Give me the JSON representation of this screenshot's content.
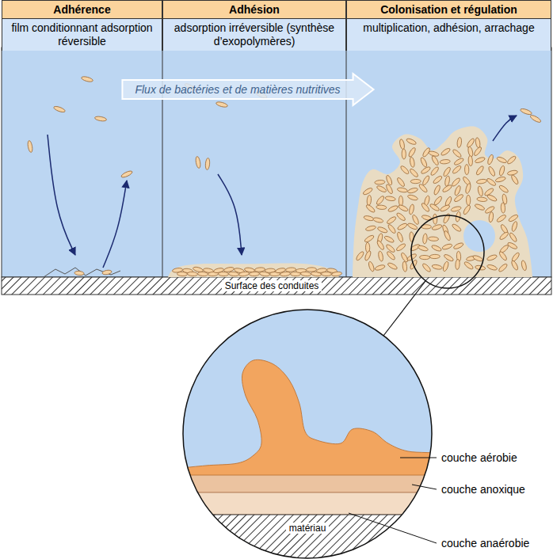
{
  "diagram": {
    "nodes": [
      {
        "text": [
          "Adhérence",
          "film conditionnant adsorption réversible"
        ]
      },
      {
        "text": [
          "Adhésion",
          "adsorption irréversible (synthèse d’exopolymères)"
        ]
      },
      {
        "text": [
          "Colonisation et régulation",
          "multiplication, adhésion, arrachage"
        ]
      }
    ],
    "labels": [
      "Flux de bactéries et de matières nutritives",
      "Surface des conduites",
      "couche aérobie",
      "couche anoxique",
      "couche anaérobie",
      "matériau"
    ]
  }
}
